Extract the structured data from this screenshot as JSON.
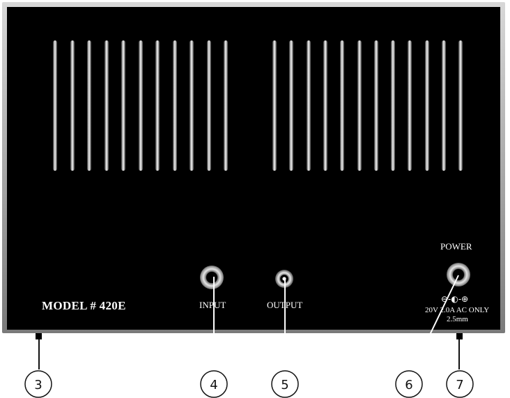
{
  "device": {
    "model_label": "MODEL # 420E",
    "input_label": "INPUT",
    "output_label": "OUTPUT",
    "power_label": "POWER",
    "power_spec_line1": "20V 2.0A AC ONLY",
    "power_spec_line2": "2.5mm",
    "polarity_symbol": "⊖-◐-⊕"
  },
  "callouts": [
    "3",
    "4",
    "5",
    "6",
    "7"
  ],
  "colors": {
    "panel": "#000000",
    "frame": "#b0b0b0",
    "text": "#ffffff",
    "callout_stroke": "#111111"
  }
}
